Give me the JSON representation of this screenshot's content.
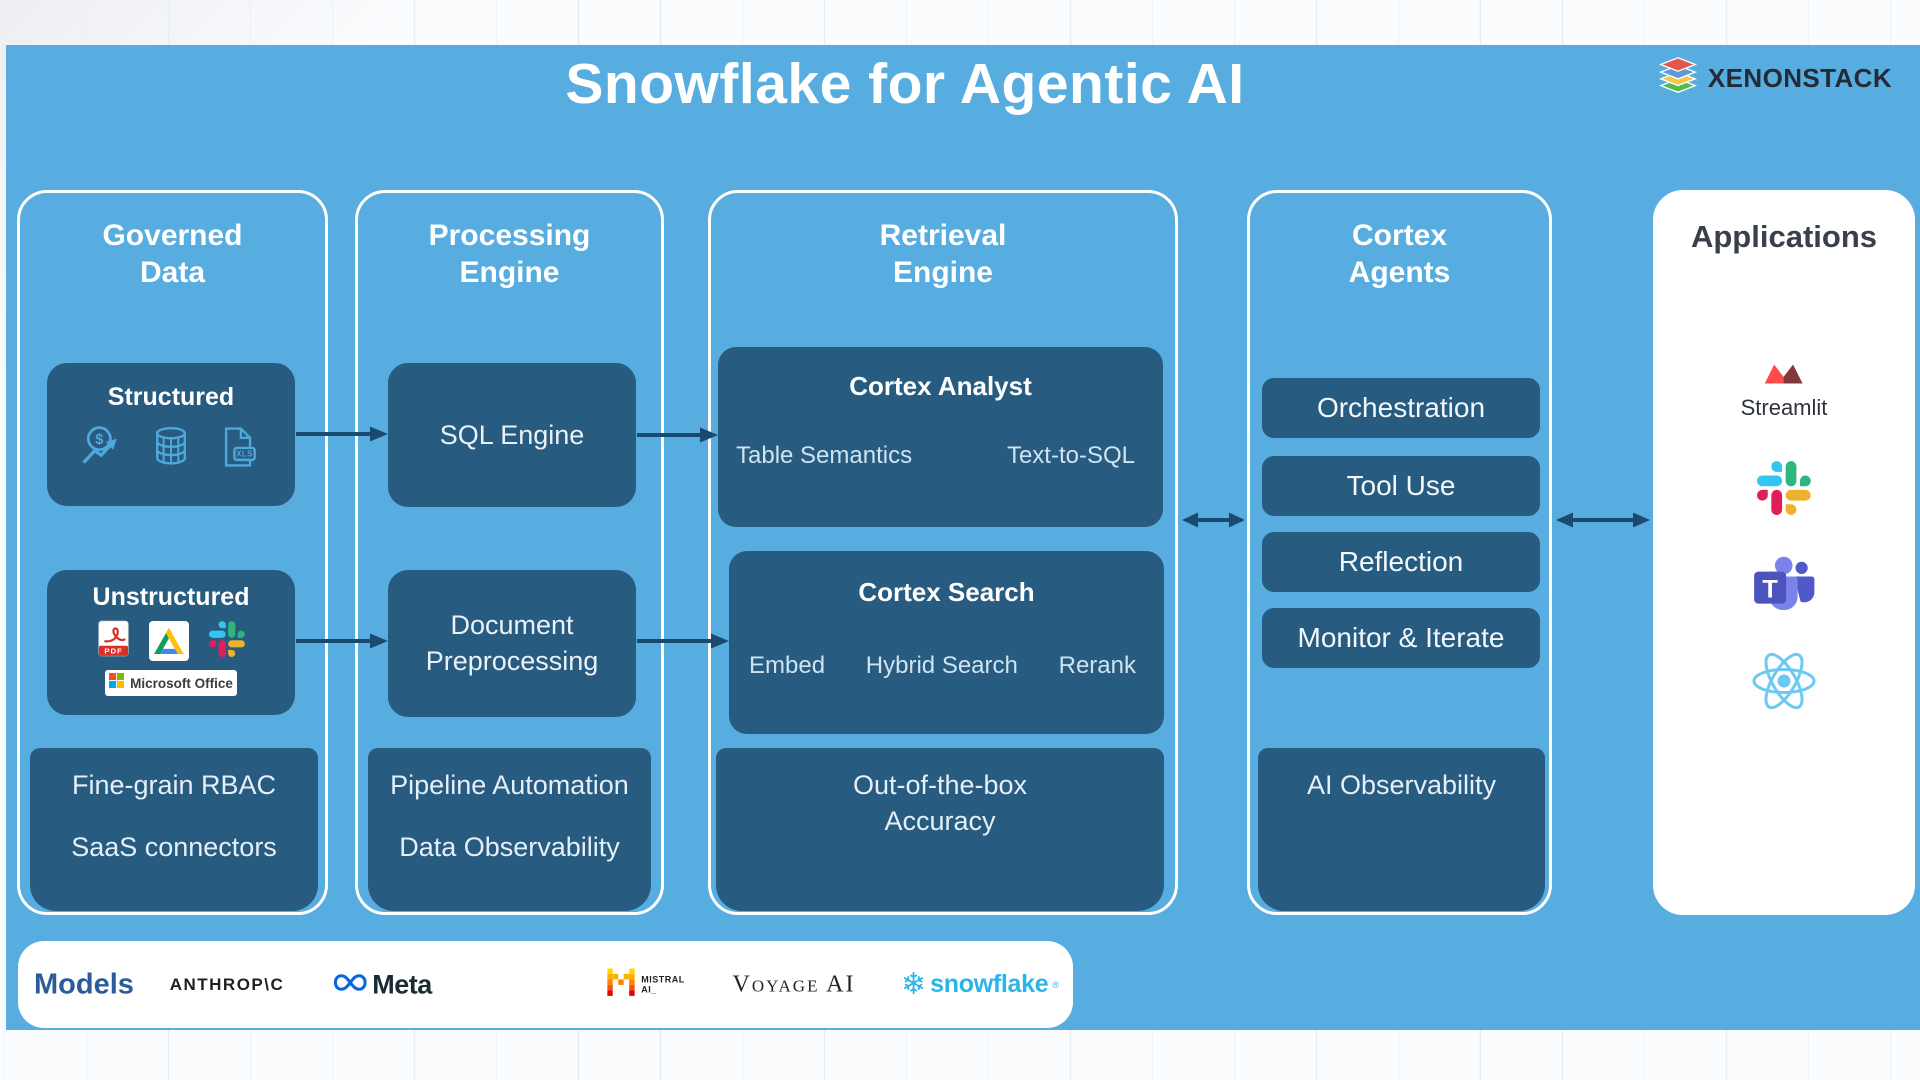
{
  "page_title": "Snowflake for Agentic AI",
  "brand": {
    "name": "XENONSTACK"
  },
  "palette": {
    "panel_blue": "#57ADDF",
    "box_navy": "#275B80",
    "arrow_navy": "#1C4A6E",
    "column_border": "#FFFFFF",
    "models_label_blue": "#2A5C99",
    "snowflake_blue": "#29B5E8",
    "applications_title_dark": "#3A404A",
    "icon_light_blue": "#4FA8DC"
  },
  "governed": {
    "title1": "Governed",
    "title2": "Data",
    "structured_title": "Structured",
    "structured_icons": [
      "finance-chart-icon",
      "database-icon",
      "xls-file-icon"
    ],
    "unstructured_title": "Unstructured",
    "unstructured_icons": [
      "pdf-icon",
      "google-drive-icon",
      "slack-icon"
    ],
    "office_badge": "Microsoft Office",
    "footer1": "Fine-grain RBAC",
    "footer2": "SaaS connectors"
  },
  "processing": {
    "title1": "Processing",
    "title2": "Engine",
    "sql_box": "SQL Engine",
    "doc_box1": "Document",
    "doc_box2": "Preprocessing",
    "footer1": "Pipeline Automation",
    "footer2": "Data Observability"
  },
  "retrieval": {
    "title1": "Retrieval",
    "title2": "Engine",
    "analyst_title": "Cortex Analyst",
    "analyst_item1": "Table Semantics",
    "analyst_item2": "Text-to-SQL",
    "search_title": "Cortex Search",
    "search_item1": "Embed",
    "search_item2": "Hybrid Search",
    "search_item3": "Rerank",
    "footer1": "Out-of-the-box",
    "footer2": "Accuracy"
  },
  "agents": {
    "title1": "Cortex",
    "title2": "Agents",
    "pills": [
      "Orchestration",
      "Tool Use",
      "Reflection",
      "Monitor & Iterate"
    ],
    "footer1": "AI Observability"
  },
  "applications": {
    "title": "Applications",
    "streamlit_label": "Streamlit",
    "icons": [
      "streamlit-icon",
      "slack-icon",
      "teams-icon",
      "react-icon"
    ]
  },
  "models": {
    "label": "Models",
    "anthropic": "ANTHROP\\C",
    "meta": "Meta",
    "mistral_line1": "MISTRAL",
    "mistral_line2": "AI_",
    "voyage": "Voyage AI",
    "snowflake": "snowflake"
  }
}
